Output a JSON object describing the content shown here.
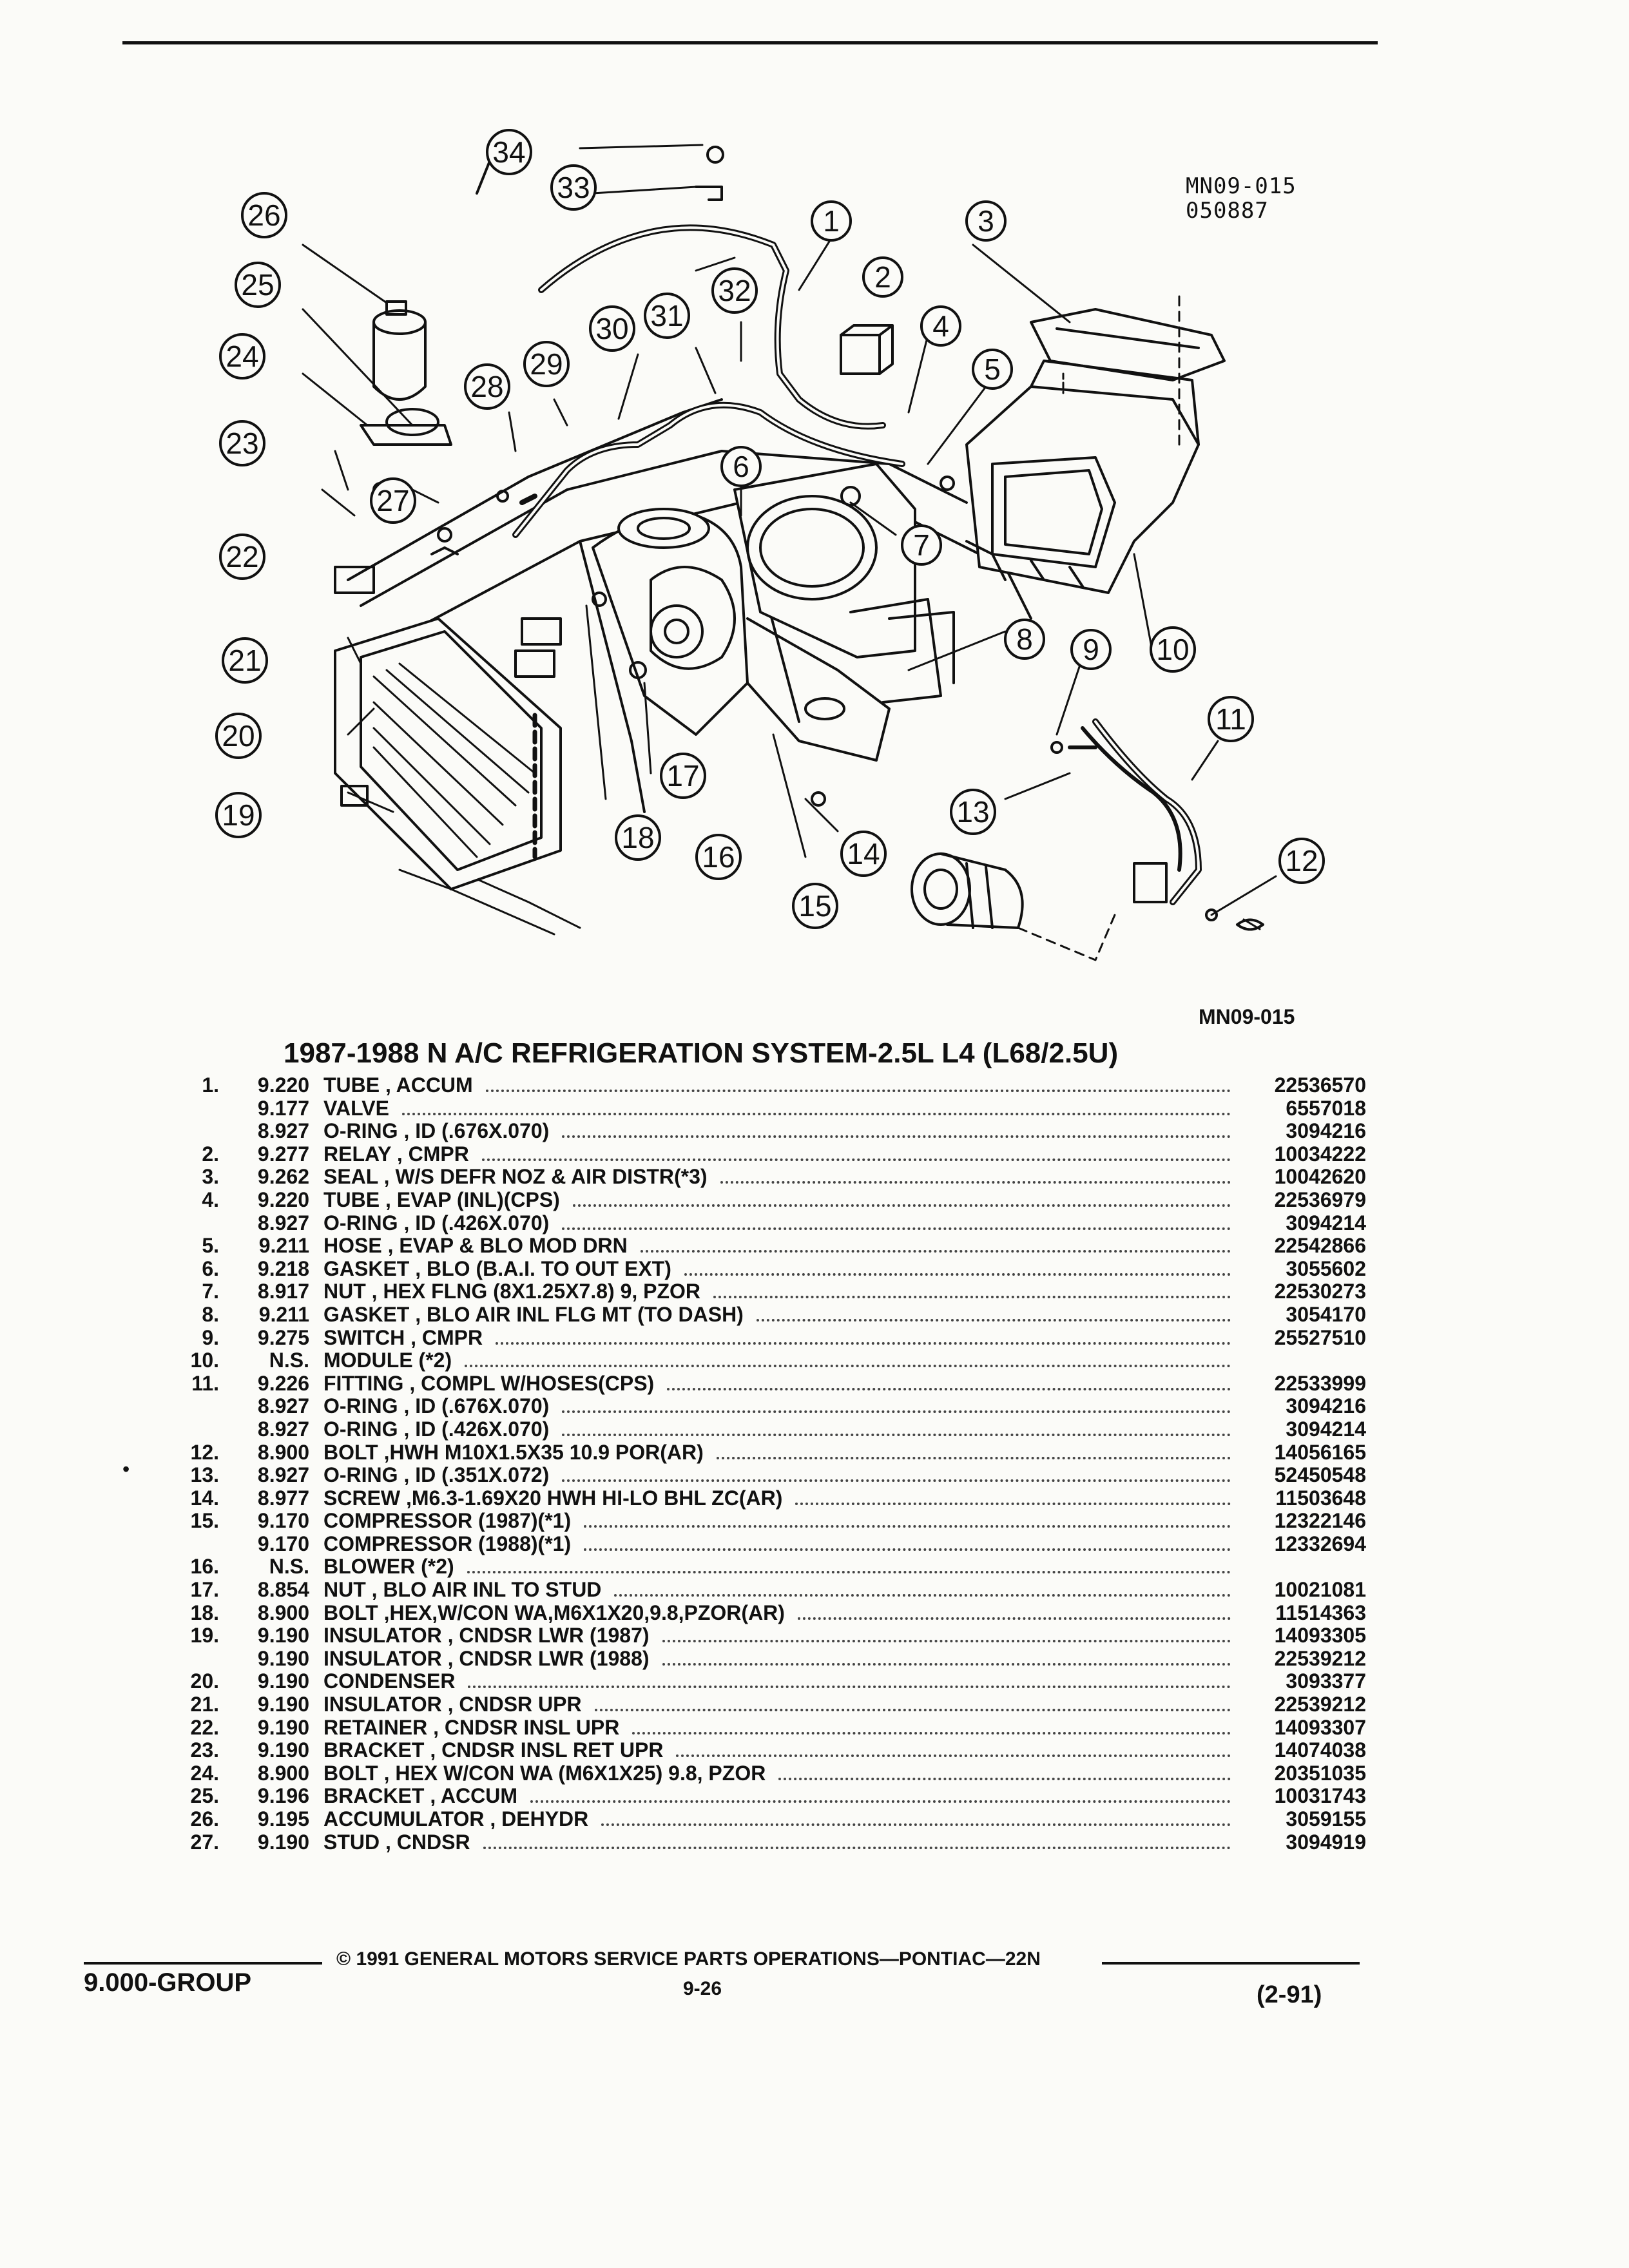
{
  "figure": {
    "code_top": "MN09-015",
    "date_code": "050887",
    "code_bottom": "MN09-015",
    "callouts": [
      "1",
      "2",
      "3",
      "4",
      "5",
      "6",
      "7",
      "8",
      "9",
      "10",
      "11",
      "12",
      "13",
      "14",
      "15",
      "16",
      "17",
      "18",
      "19",
      "20",
      "21",
      "22",
      "23",
      "24",
      "25",
      "26",
      "27",
      "28",
      "29",
      "30",
      "31",
      "32",
      "33",
      "34"
    ]
  },
  "section_title": "1987-1988 N A/C REFRIGERATION SYSTEM-2.5L L4 (L68/2.5U)",
  "parts": [
    {
      "item": "1.",
      "group": "9.220",
      "desc": "TUBE , ACCUM",
      "part": "22536570"
    },
    {
      "item": "",
      "group": "9.177",
      "desc": "VALVE",
      "part": "6557018"
    },
    {
      "item": "",
      "group": "8.927",
      "desc": "O-RING , ID (.676X.070)",
      "part": "3094216"
    },
    {
      "item": "2.",
      "group": "9.277",
      "desc": "RELAY , CMPR",
      "part": "10034222"
    },
    {
      "item": "3.",
      "group": "9.262",
      "desc": "SEAL , W/S DEFR NOZ & AIR DISTR(*3)",
      "part": "10042620"
    },
    {
      "item": "4.",
      "group": "9.220",
      "desc": "TUBE , EVAP (INL)(CPS)",
      "part": "22536979"
    },
    {
      "item": "",
      "group": "8.927",
      "desc": "O-RING , ID (.426X.070)",
      "part": "3094214"
    },
    {
      "item": "5.",
      "group": "9.211",
      "desc": "HOSE , EVAP & BLO MOD DRN",
      "part": "22542866"
    },
    {
      "item": "6.",
      "group": "9.218",
      "desc": "GASKET , BLO (B.A.I. TO OUT EXT)",
      "part": "3055602"
    },
    {
      "item": "7.",
      "group": "8.917",
      "desc": "NUT , HEX FLNG (8X1.25X7.8) 9, PZOR",
      "part": "22530273"
    },
    {
      "item": "8.",
      "group": "9.211",
      "desc": "GASKET , BLO AIR INL FLG MT (TO DASH)",
      "part": "3054170"
    },
    {
      "item": "9.",
      "group": "9.275",
      "desc": "SWITCH , CMPR",
      "part": "25527510"
    },
    {
      "item": "10.",
      "group": "N.S.",
      "desc": "MODULE (*2)",
      "part": ""
    },
    {
      "item": "11.",
      "group": "9.226",
      "desc": "FITTING , COMPL W/HOSES(CPS)",
      "part": "22533999"
    },
    {
      "item": "",
      "group": "8.927",
      "desc": "O-RING , ID (.676X.070)",
      "part": "3094216"
    },
    {
      "item": "",
      "group": "8.927",
      "desc": "O-RING , ID (.426X.070)",
      "part": "3094214"
    },
    {
      "item": "12.",
      "group": "8.900",
      "desc": "BOLT ,HWH M10X1.5X35 10.9 POR(AR)",
      "part": "14056165"
    },
    {
      "item": "13.",
      "group": "8.927",
      "desc": "O-RING , ID (.351X.072)",
      "part": "52450548"
    },
    {
      "item": "14.",
      "group": "8.977",
      "desc": "SCREW ,M6.3-1.69X20 HWH HI-LO BHL ZC(AR)",
      "part": "11503648"
    },
    {
      "item": "15.",
      "group": "9.170",
      "desc": "COMPRESSOR (1987)(*1)",
      "part": "12322146"
    },
    {
      "item": "",
      "group": "9.170",
      "desc": "COMPRESSOR (1988)(*1)",
      "part": "12332694"
    },
    {
      "item": "16.",
      "group": "N.S.",
      "desc": "BLOWER (*2)",
      "part": ""
    },
    {
      "item": "17.",
      "group": "8.854",
      "desc": "NUT , BLO AIR INL TO STUD",
      "part": "10021081"
    },
    {
      "item": "18.",
      "group": "8.900",
      "desc": "BOLT ,HEX,W/CON WA,M6X1X20,9.8,PZOR(AR)",
      "part": "11514363"
    },
    {
      "item": "19.",
      "group": "9.190",
      "desc": "INSULATOR , CNDSR LWR (1987)",
      "part": "14093305"
    },
    {
      "item": "",
      "group": "9.190",
      "desc": "INSULATOR , CNDSR LWR (1988)",
      "part": "22539212"
    },
    {
      "item": "20.",
      "group": "9.190",
      "desc": "CONDENSER",
      "part": "3093377"
    },
    {
      "item": "21.",
      "group": "9.190",
      "desc": "INSULATOR , CNDSR UPR",
      "part": "22539212"
    },
    {
      "item": "22.",
      "group": "9.190",
      "desc": "RETAINER , CNDSR INSL UPR",
      "part": "14093307"
    },
    {
      "item": "23.",
      "group": "9.190",
      "desc": "BRACKET , CNDSR INSL RET UPR",
      "part": "14074038"
    },
    {
      "item": "24.",
      "group": "8.900",
      "desc": "BOLT , HEX W/CON WA (M6X1X25) 9.8, PZOR",
      "part": "20351035"
    },
    {
      "item": "25.",
      "group": "9.196",
      "desc": "BRACKET , ACCUM",
      "part": "10031743"
    },
    {
      "item": "26.",
      "group": "9.195",
      "desc": "ACCUMULATOR , DEHYDR",
      "part": "3059155"
    },
    {
      "item": "27.",
      "group": "9.190",
      "desc": "STUD , CNDSR",
      "part": "3094919"
    }
  ],
  "bullet_mark": "•",
  "footer": {
    "group": "9.000-GROUP",
    "copyright": "© 1991 GENERAL MOTORS SERVICE PARTS OPERATIONS—PONTIAC—22N",
    "page": "9-26",
    "date": "(2-91)"
  }
}
